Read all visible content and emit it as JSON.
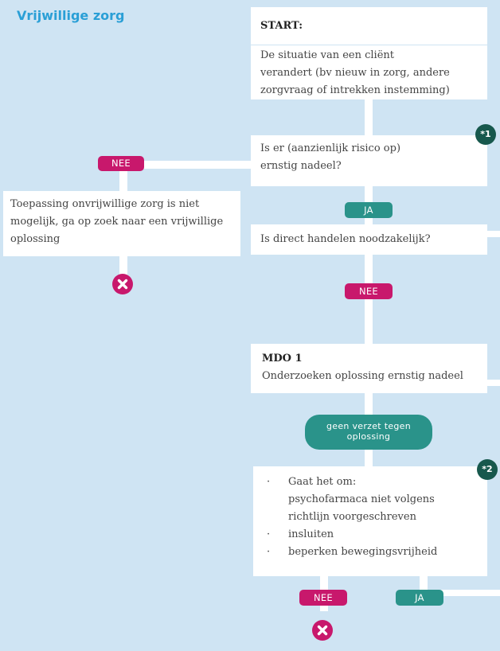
{
  "title": "Vrijwillige zorg",
  "start": {
    "head": "START:",
    "lines": [
      "De situatie van een cliënt",
      "verandert (bv nieuw in zorg, andere",
      "zorgvraag of intrekken instemming)"
    ]
  },
  "q1": {
    "lines": [
      "Is er (aanzienlijk risico op)",
      "ernstig nadeel?"
    ]
  },
  "q2": {
    "text": "Is direct handelen noodzakelijk?"
  },
  "left_box": {
    "lines": [
      "Toepassing onvrijwillige zorg is niet",
      "mogelijk, ga op zoek naar een vrijwillige",
      "oplossing"
    ]
  },
  "mdo": {
    "head": "MDO 1",
    "text": "Onderzoeken oplossing ernstig nadeel"
  },
  "q3": {
    "lines": [
      "Gaat het om:",
      "psychofarmaca niet volgens",
      "richtlijn voorgeschreven",
      "insluiten",
      "beperken bewegingsvrijheid"
    ]
  },
  "labels": {
    "nee_left": "NEE",
    "ja_1": "JA",
    "nee_2": "NEE",
    "geen_verzet": [
      "geen verzet tegen",
      "oplossing"
    ],
    "nee_bottom": "NEE",
    "ja_bottom": "JA"
  },
  "markers": {
    "m1": "*1",
    "m2": "*2"
  },
  "colors": {
    "background": "#cfe4f3",
    "title": "#2a9fd6",
    "nee": "#c8186c",
    "ja": "#2a938a",
    "marker": "#17584d"
  },
  "icons": {
    "stop": "x-circle-icon"
  }
}
